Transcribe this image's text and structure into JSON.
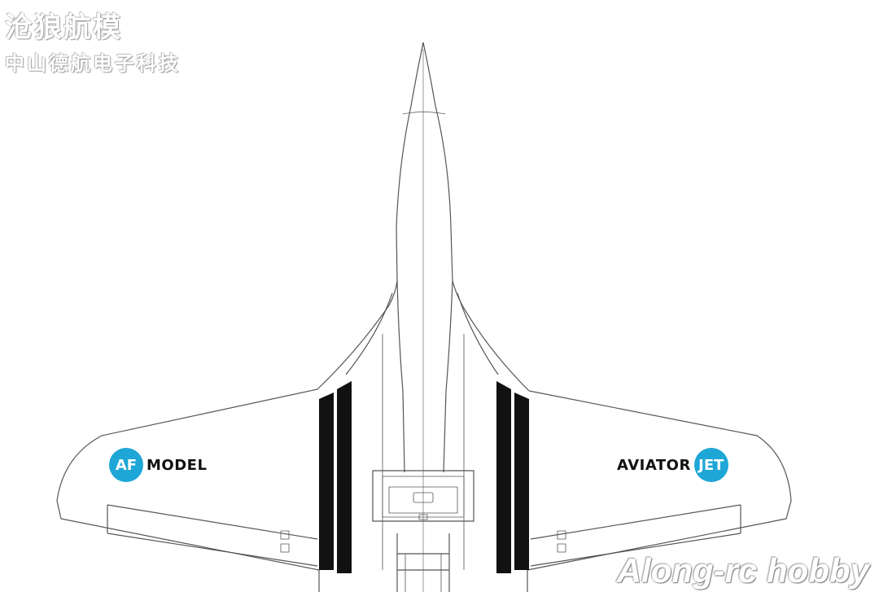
{
  "watermark": {
    "title": "沧狼航模",
    "subtitle": "中山德航电子科技",
    "corner": "Along-rc hobby"
  },
  "logos": {
    "left": {
      "badge": "AF",
      "text": "MODEL"
    },
    "right": {
      "text": "AVIATOR",
      "badge": "JET"
    }
  },
  "colors": {
    "badge": "#1ea6d6",
    "stripe": "#111111",
    "outline": "#555555",
    "text": "#111111"
  }
}
